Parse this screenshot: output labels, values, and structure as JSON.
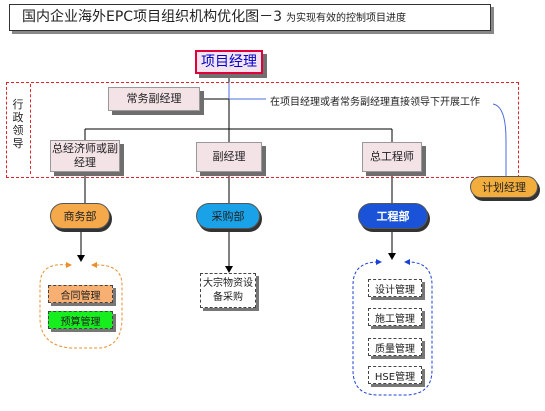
{
  "title": {
    "main": "国内企业海外EPC项目组织机构优化图－3",
    "sub": "为实现有效的控制项目进度"
  },
  "nodes": {
    "project_manager": "项目经理",
    "exec_deputy": "常务副经理",
    "chief_economist": "总经济师或副经理",
    "deputy_manager": "副经理",
    "chief_engineer": "总工程师",
    "planning_manager": "计划经理",
    "admin_leadership": "行政领导"
  },
  "note": "在项目经理或者常务副经理直接领导下开展工作",
  "departments": {
    "commerce": "商务部",
    "procurement": "采购部",
    "engineering": "工程部"
  },
  "commerce_items": [
    "合同管理",
    "预算管理"
  ],
  "procurement_items": "大宗物资设备采购",
  "engineering_items": [
    "设计管理",
    "施工管理",
    "质量管理",
    "HSE管理"
  ],
  "colors": {
    "commerce": "#f6a94a",
    "procurement": "#1aa2e8",
    "engineering": "#1a53d8",
    "planning": "#f2ad3c",
    "contract": "#f7b072",
    "budget": "#16ee1e",
    "accent_red": "#e0242c"
  }
}
